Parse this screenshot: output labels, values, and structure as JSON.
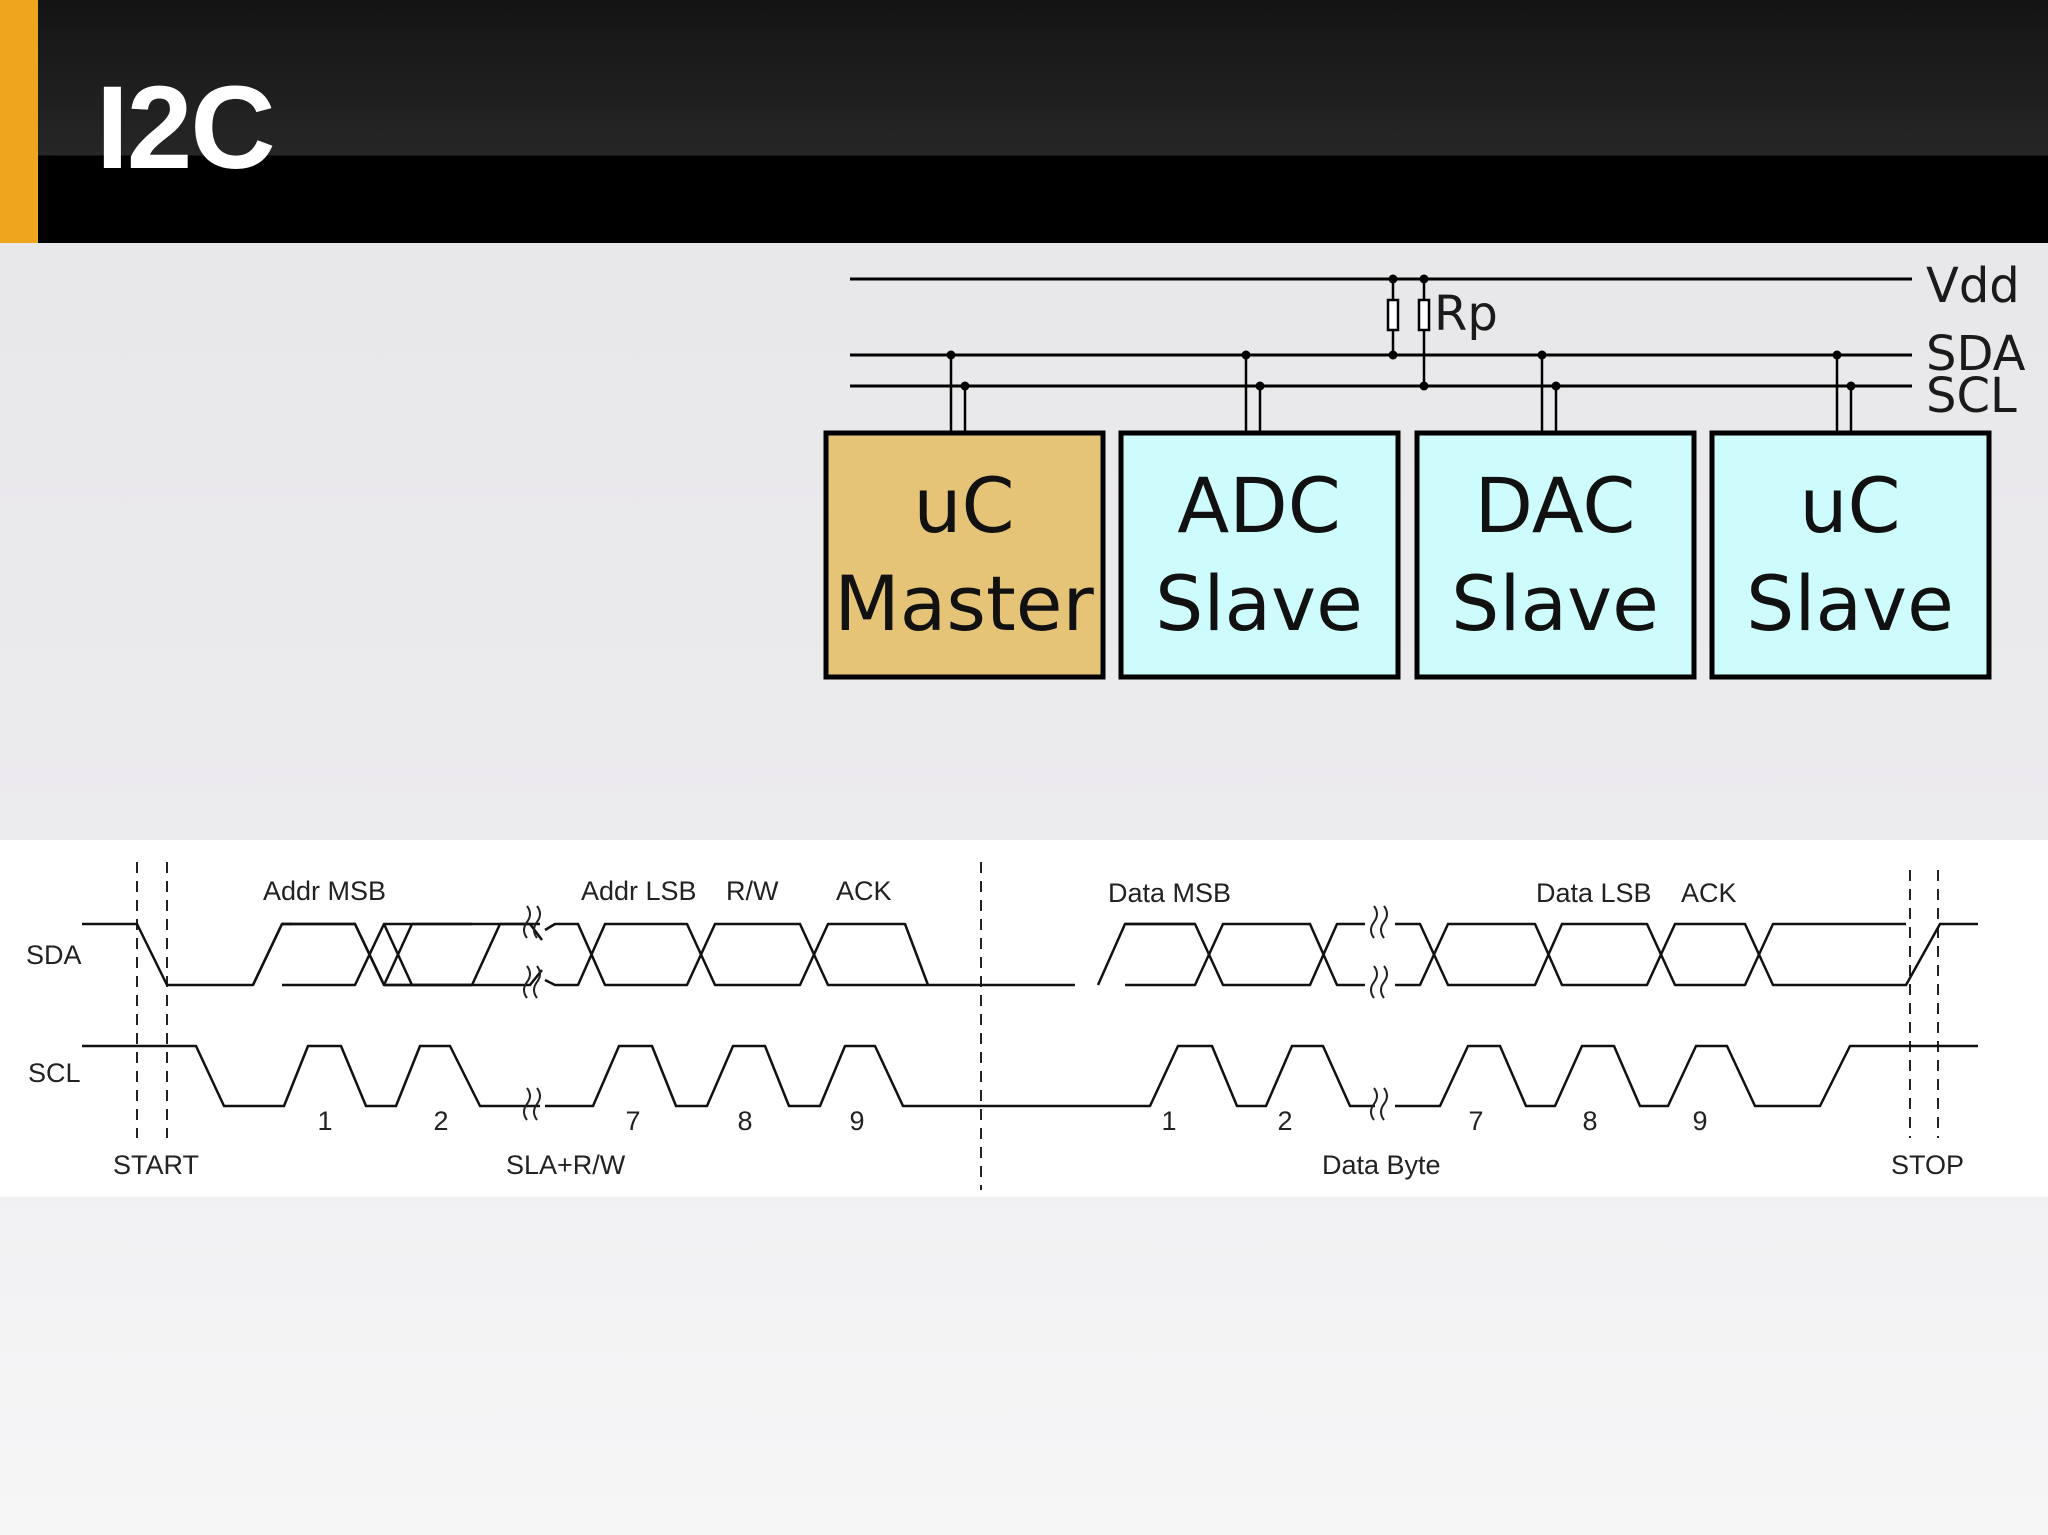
{
  "slide": {
    "title": "I2C",
    "accent_color": "#f0a51f"
  },
  "bus_diagram": {
    "rails": {
      "vdd": "Vdd",
      "sda": "SDA",
      "scl": "SCL"
    },
    "resistor_label": "Rp",
    "devices": [
      {
        "line1": "uC",
        "line2": "Master",
        "fill": "#e6c477"
      },
      {
        "line1": "ADC",
        "line2": "Slave",
        "fill": "#cefcfd"
      },
      {
        "line1": "DAC",
        "line2": "Slave",
        "fill": "#cefcfd"
      },
      {
        "line1": "uC",
        "line2": "Slave",
        "fill": "#cefcfd"
      }
    ]
  },
  "timing_diagram": {
    "signals": {
      "sda": "SDA",
      "scl": "SCL"
    },
    "sda_labels": {
      "addr_msb": "Addr MSB",
      "addr_lsb": "Addr LSB",
      "rw": "R/W",
      "ack1": "ACK",
      "data_msb": "Data MSB",
      "data_lsb": "Data LSB",
      "ack2": "ACK"
    },
    "clock_numbers": [
      "1",
      "2",
      "7",
      "8",
      "9",
      "1",
      "2",
      "7",
      "8",
      "9"
    ],
    "phases": {
      "start": "START",
      "sla_rw": "SLA+R/W",
      "data_byte": "Data Byte",
      "stop": "STOP"
    }
  }
}
